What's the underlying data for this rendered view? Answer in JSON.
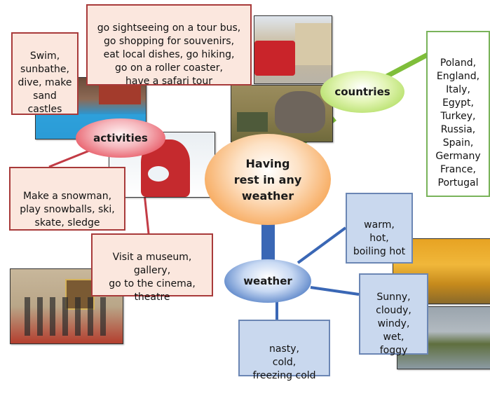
{
  "center": {
    "label": "Having rest in any weather",
    "color": "#f7a85a"
  },
  "nodes": {
    "activities": {
      "label": "activities",
      "color": "#e85a66"
    },
    "countries": {
      "label": "countries",
      "color": "#b6e06a"
    },
    "weather": {
      "label": "weather",
      "color": "#4f7cc4"
    }
  },
  "boxes": {
    "beach": "Swim,\nsunbathe,\ndive, make\nsand\ncastles",
    "sightseeing": "go sightseeing on a tour bus,\ngo shopping for souvenirs,\neat local dishes, go hiking,\ngo on a roller coaster,\nhave a safari tour",
    "winter": "Make a snowman,\nplay snowballs, ski,\nskate, sledge",
    "culture": "Visit a museum,\ngallery,\ngo to the cinema,\ntheatre",
    "countries": "Poland,\nEngland,\nItaly, Egypt,\nTurkey,\nRussia,\nSpain,\nGermany\nFrance,\nPortugal",
    "warm": "warm,\nhot,\nboiling hot",
    "sunny": "Sunny,\ncloudy,\nwindy,\nwet,\nfoggy",
    "cold": "nasty,\ncold,\nfreezing cold"
  },
  "photos": {
    "pool": "pool-photo",
    "tour_bus": "tour-bus-photo",
    "safari": "safari-photo",
    "snow_child": "snow-child-photo",
    "museum": "museum-photo",
    "autumn": "autumn-trees-photo",
    "lake": "lake-photo"
  }
}
